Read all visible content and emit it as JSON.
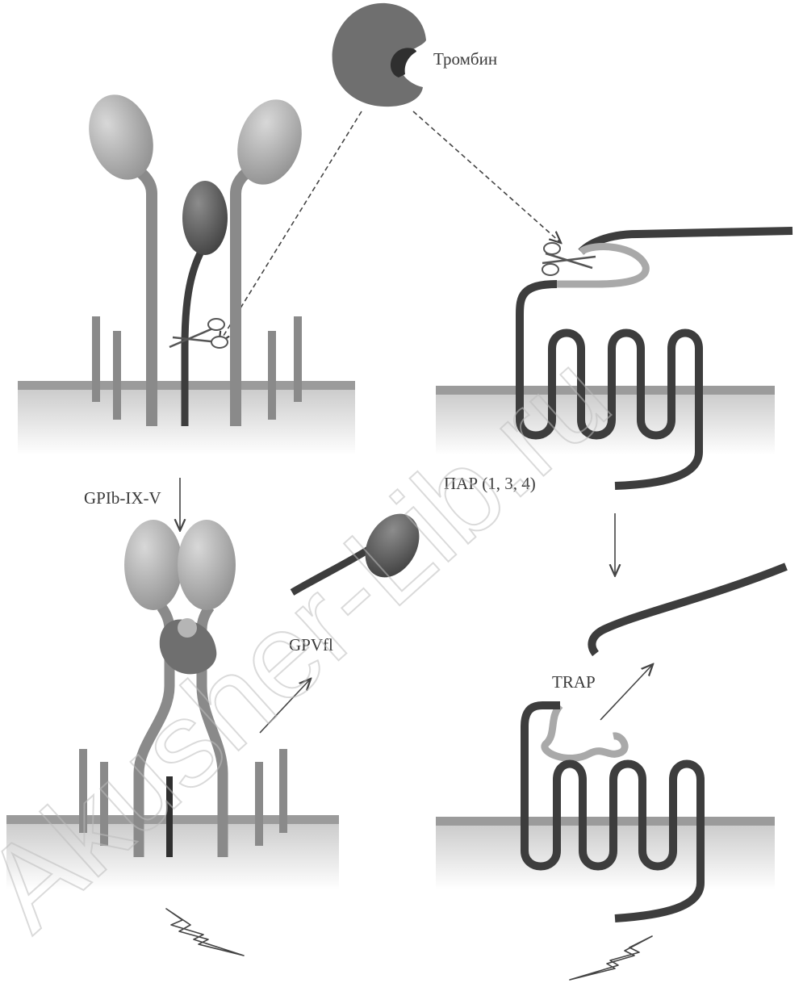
{
  "labels": {
    "thrombin": "Тромбин",
    "par": "ПАР (1, 3, 4)",
    "gp_complex": "GPIb-IX-V",
    "gpv": "GPVfl",
    "trap": "TRAP"
  },
  "watermark": "Akusher-Lib.ru",
  "colors": {
    "dark_chain": "#3d3d3d",
    "medium_chain": "#8a8a8a",
    "light_chain": "#a9a9a9",
    "membrane_line": "#9b9b9b",
    "background": "#ffffff"
  },
  "icons": [
    "thrombin-icon",
    "scissors-icon",
    "lightning-icon"
  ]
}
